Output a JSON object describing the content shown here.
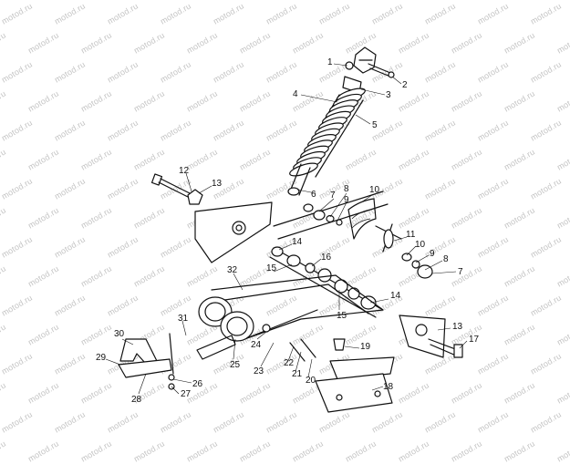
{
  "watermark": "motod.ru",
  "callouts": [
    "1",
    "2",
    "3",
    "4",
    "5",
    "6",
    "7",
    "8",
    "9",
    "10",
    "11",
    "12",
    "13",
    "14",
    "15",
    "16",
    "17",
    "18",
    "19",
    "20",
    "21",
    "22",
    "23",
    "24",
    "25",
    "26",
    "27",
    "28",
    "29",
    "30",
    "31",
    "32"
  ],
  "callout_labels": {
    "c1": "1",
    "c2": "2",
    "c3": "3",
    "c4": "4",
    "c5": "5",
    "c6": "6",
    "c7a": "7",
    "c8a": "8",
    "c9a": "9",
    "c10a": "10",
    "c11": "11",
    "c10b": "10",
    "c9b": "9",
    "c8b": "8",
    "c7b": "7",
    "c12": "12",
    "c13a": "13",
    "c14a": "14",
    "c16": "16",
    "c15a": "15",
    "c15b": "15",
    "c14b": "14",
    "c13b": "13",
    "c17": "17",
    "c32": "32",
    "c31": "31",
    "c30": "30",
    "c29": "29",
    "c28": "28",
    "c27": "27",
    "c26": "26",
    "c25": "25",
    "c24": "24",
    "c23": "23",
    "c22": "22",
    "c21": "21",
    "c20": "20",
    "c19": "19",
    "c18": "18"
  }
}
